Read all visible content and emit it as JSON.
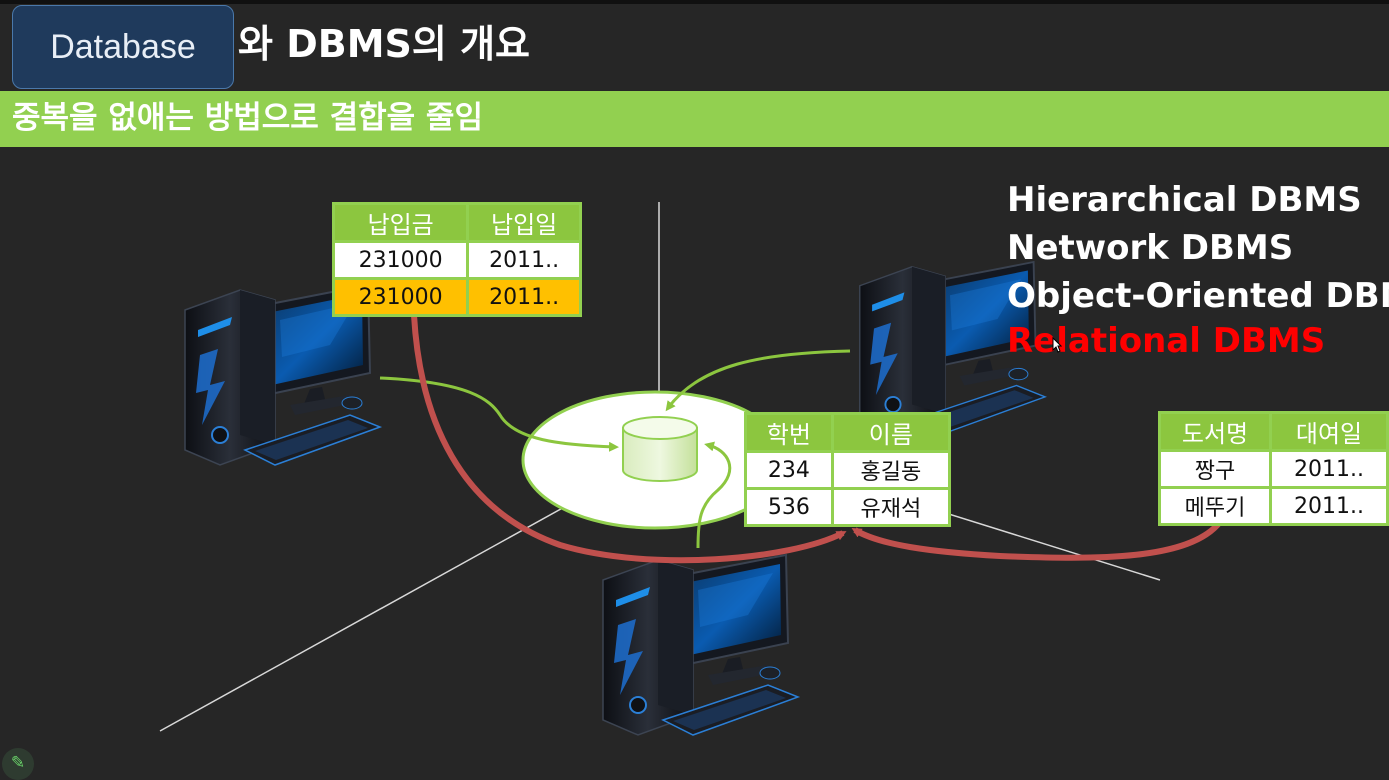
{
  "slide": {
    "badge": "Database",
    "title": "와 DBMS의 개요",
    "subtitle": "중복을 없애는 방법으로 결합을 줄임"
  },
  "tables": {
    "payment": {
      "headers": [
        "납입금",
        "납입일"
      ],
      "rows": [
        [
          "231000",
          "2011.."
        ],
        [
          "231000",
          "2011.."
        ]
      ]
    },
    "student": {
      "headers": [
        "학번",
        "이름"
      ],
      "rows": [
        [
          "234",
          "홍길동"
        ],
        [
          "536",
          "유재석"
        ]
      ]
    },
    "book": {
      "headers": [
        "도서명",
        "대여일"
      ],
      "rows": [
        [
          "짱구",
          "2011.."
        ],
        [
          "메뚜기",
          "2011.."
        ]
      ]
    }
  },
  "dbms_types": [
    {
      "label": "Hierarchical DBMS",
      "highlighted": false
    },
    {
      "label": "Network DBMS",
      "highlighted": false
    },
    {
      "label": "Object-Oriented DBMS",
      "highlighted": false
    },
    {
      "label": "Relational DBMS",
      "highlighted": true
    }
  ],
  "colors": {
    "banner": "#92d050",
    "highlight_row": "#ffc000",
    "relational": "#ff0000",
    "arrow_red": "#c0504d",
    "arrow_green": "#8cc63f"
  },
  "icons": {
    "database": "database-cylinder-icon",
    "computer": "desktop-computer-icon",
    "pen": "pen-icon"
  }
}
